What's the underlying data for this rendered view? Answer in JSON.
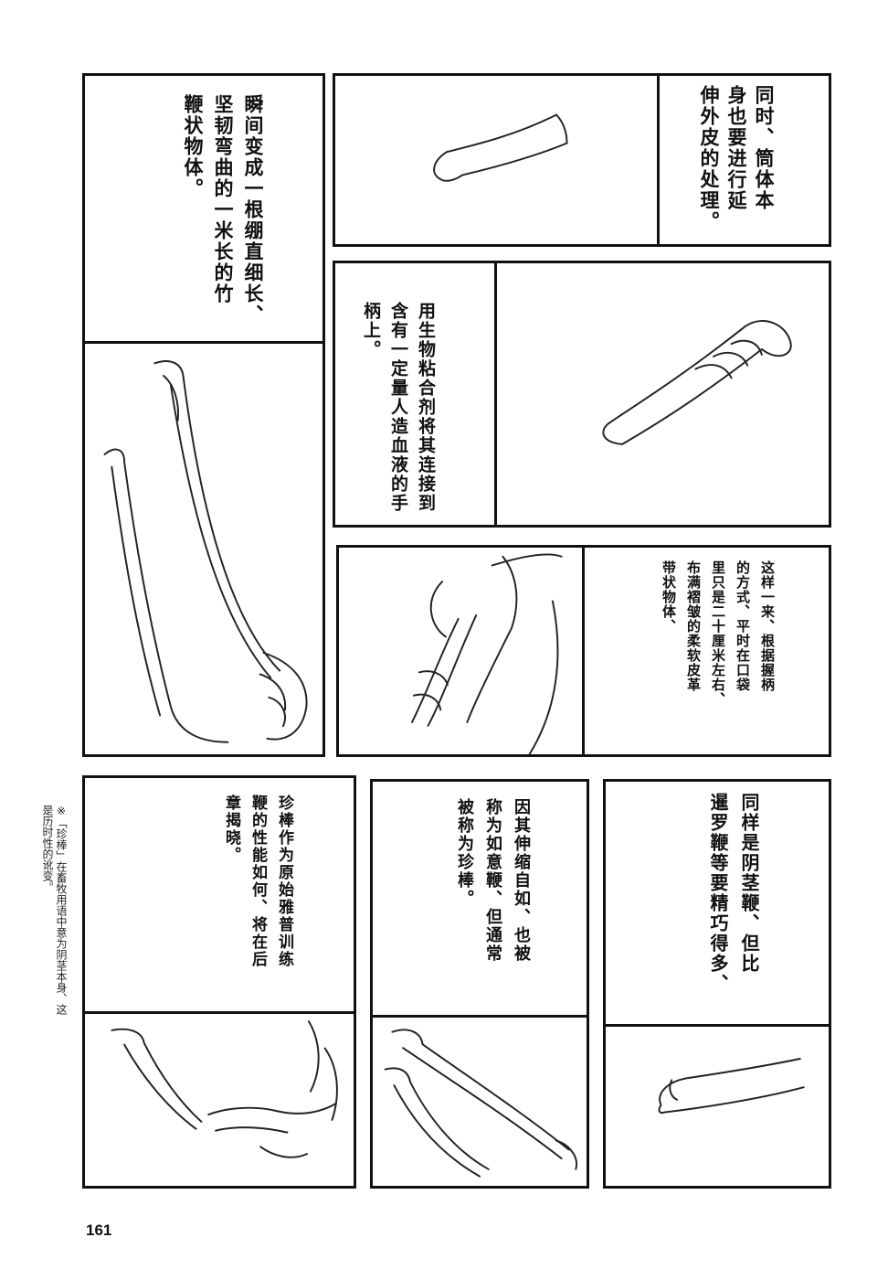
{
  "panels": {
    "p1_top": {
      "text": "瞬间变成一根绷直细长、\n坚韧弯曲的一米长的竹\n鞭状物体。"
    },
    "p2": {
      "text": "同时、筒体本\n身也要进行延\n伸外皮的处理。"
    },
    "p3": {
      "text": "用生物粘合剂将其连接到\n含有一定量人造血液的手\n柄上。"
    },
    "p4": {
      "text": "这样一来、根据握柄\n的方式、平时在口袋\n里只是二十厘米左右、\n布满褶皱的柔软皮革\n带状物体、"
    },
    "p5": {
      "text": "珍棒作为原始雅普训练\n鞭的性能如何、将在后\n章揭晓。"
    },
    "p6": {
      "text": "因其伸缩自如、也被\n称为如意鞭、但通常\n被称为珍棒。"
    },
    "p7": {
      "text": "同样是阴茎鞭、但比\n暹罗鞭等要精巧得多、"
    }
  },
  "footnote": {
    "text": "※「珍棒」在畜牧用语中意为阴茎本身、这\n是历时性的讹变。"
  },
  "page_number": "161"
}
